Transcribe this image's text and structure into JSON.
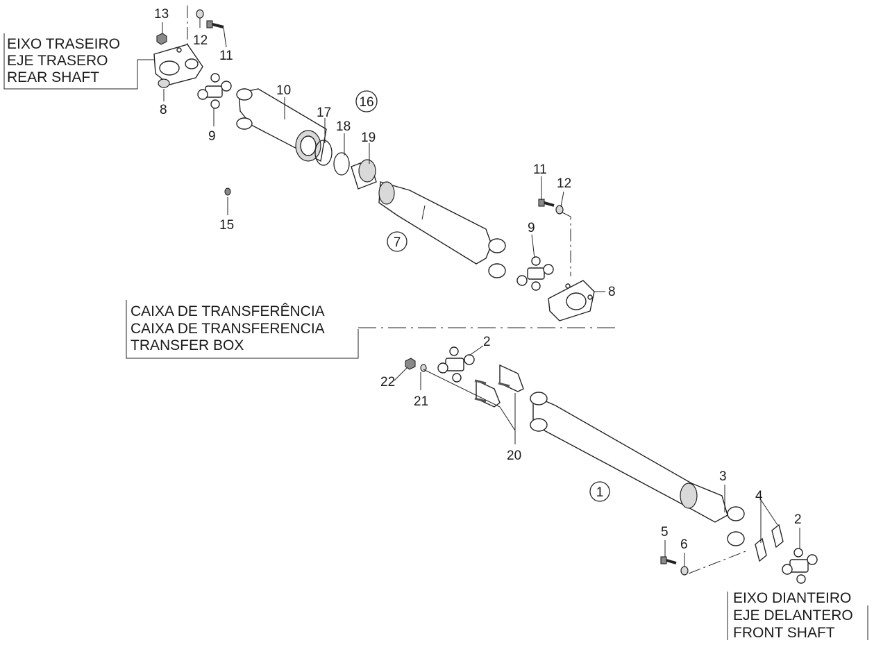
{
  "captions": {
    "rear": [
      "EIXO TRASEIRO",
      "EJE TRASERO",
      "REAR SHAFT"
    ],
    "transfer": [
      "CAIXA DE TRANSFERÊNCIA",
      "CAIXA DE TRANSFERENCIA",
      "TRANSFER BOX"
    ],
    "front": [
      "EIXO DIANTEIRO",
      "EJE DELANTERO",
      "FRONT SHAFT"
    ]
  },
  "callouts": {
    "c1": "1",
    "c2a": "2",
    "c2b": "2",
    "c3": "3",
    "c4": "4",
    "c5": "5",
    "c6": "6",
    "c7": "7",
    "c8a": "8",
    "c8b": "8",
    "c9a": "9",
    "c9b": "9",
    "c10": "10",
    "c11a": "11",
    "c11b": "11",
    "c12a": "12",
    "c12b": "12",
    "c13": "13",
    "c15": "15",
    "c16": "16",
    "c17": "17",
    "c18": "18",
    "c19": "19",
    "c20": "20",
    "c21": "21",
    "c22": "22"
  }
}
